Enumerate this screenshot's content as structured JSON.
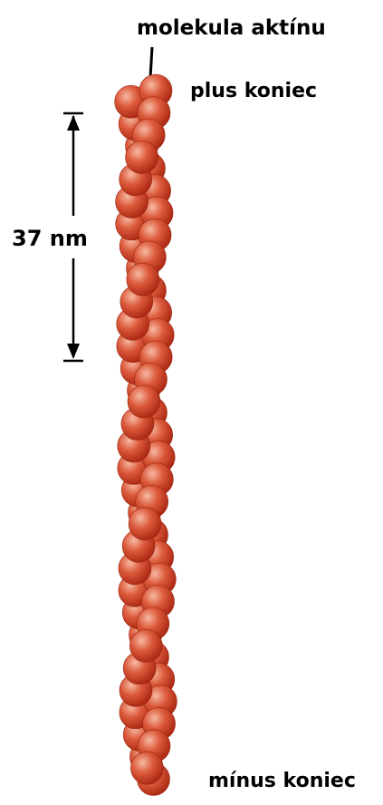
{
  "labels": {
    "molecule": "molekula aktínu",
    "plus_end": "plus koniec",
    "minus_end": "mínus koniec",
    "scale": "37 nm"
  },
  "colors": {
    "bead_light": "#f6b9a2",
    "bead_mid": "#dc5a3c",
    "bead_dark": "#a82410",
    "line": "#000000"
  }
}
